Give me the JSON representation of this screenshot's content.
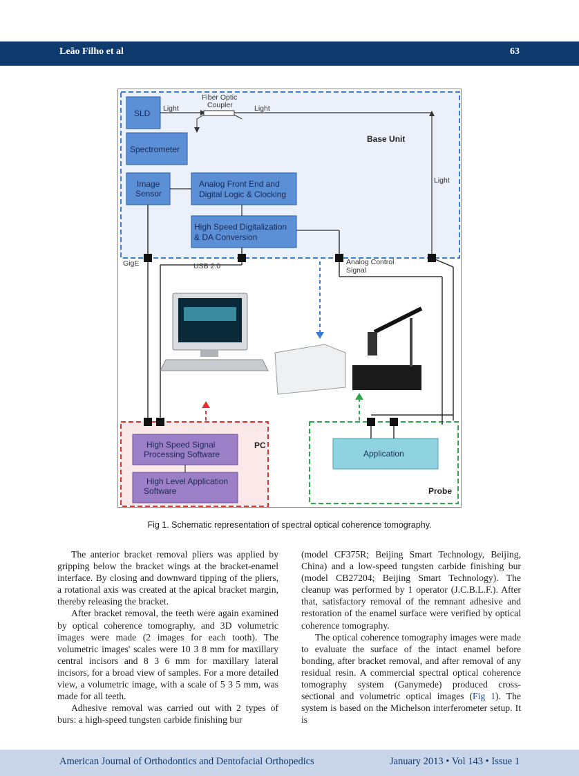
{
  "header": {
    "author": "Leão Filho et al",
    "page_number": "63"
  },
  "figure": {
    "caption": "Fig 1. Schematic representation of spectral optical coherence tomography.",
    "labels": {
      "fiber_optic_coupler_1": "Fiber Optic",
      "fiber_optic_coupler_2": "Coupler",
      "light_left": "Light",
      "light_right": "Light",
      "light_vertical": "Light",
      "sld": "SLD",
      "spectrometer": "Spectrometer",
      "image_sensor_1": "Image",
      "image_sensor_2": "Sensor",
      "analog_front_end_1": "Analog Front End and",
      "analog_front_end_2": "Digital Logic & Clocking",
      "high_speed_dig_1": "High Speed Digitalization",
      "high_speed_dig_2": "& DA Conversion",
      "base_unit": "Base Unit",
      "gige": "GigE",
      "usb": "USB 2.0",
      "analog_control_1": "Analog Control",
      "analog_control_2": "Signal",
      "hs_signal_1": "High Speed Signal",
      "hs_signal_2": "Processing Software",
      "hl_app_1": "High Level Application",
      "hl_app_2": "Software",
      "pc": "PC",
      "application": "Application",
      "probe": "Probe"
    }
  },
  "body": {
    "left_paragraphs": [
      "The anterior bracket removal pliers was applied by gripping below the bracket wings at the bracket-enamel interface. By closing and downward tipping of the pliers, a rotational axis was created at the apical bracket margin, thereby releasing the bracket.",
      "After bracket removal, the teeth were again examined by optical coherence tomography, and 3D volumetric images were made (2 images for each tooth). The volumetric images' scales were 10 3 8 mm for maxillary central incisors and 8 3 6 mm for maxillary lateral incisors, for a broad view of samples. For a more detailed view, a volumetric image, with a scale of 5 3 5 mm, was made for all teeth.",
      "Adhesive removal was carried out with 2 types of burs: a high-speed tungsten carbide finishing bur"
    ],
    "right_p1": "(model CF375R; Beijing Smart Technology, Beijing, China) and a low-speed tungsten carbide finishing bur (model CB27204; Beijing Smart Technology). The cleanup was performed by 1 operator (J.C.B.L.F.). After that, satisfactory removal of the remnant adhesive and restoration of the enamel surface were verified by optical coherence tomography.",
    "right_p2_a": "The optical coherence tomography images were made to evaluate the surface of the intact enamel before bonding, after bracket removal, and after removal of any residual resin. A commercial spectral optical coherence tomography system (Ganymede) produced cross-sectional and volumetric optical images (",
    "right_p2_ref": "Fig 1",
    "right_p2_b": "). The system is based on the Michelson interferometer setup. It is"
  },
  "footer": {
    "journal": "American Journal of Orthodontics and Dentofacial Orthopedics",
    "issue": "January 2013 • Vol 143 • Issue 1"
  },
  "colors": {
    "header_bg": "#0f3a6e",
    "footer_bg": "#c9d6ea",
    "base_unit_box": "#5b8fd6",
    "pc_box": "#9b7fc7",
    "app_box": "#8fd3e0"
  }
}
